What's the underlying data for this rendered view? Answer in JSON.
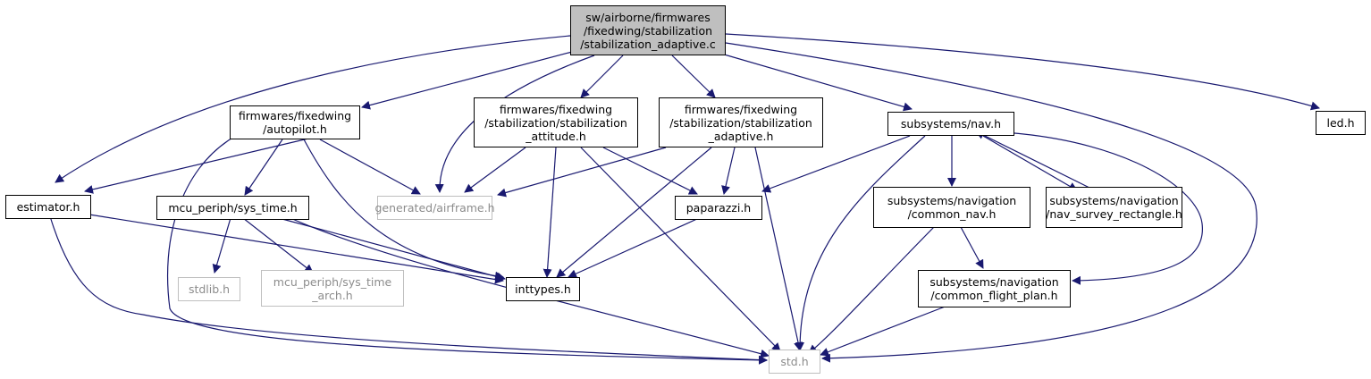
{
  "colors": {
    "edge": "#191970",
    "root_fill": "#bfbfbf",
    "muted_border": "#bfbfbf",
    "muted_text": "#8c8c8c",
    "node_border": "#000000"
  },
  "nodes": {
    "root": {
      "lines": [
        "sw/airborne/firmwares",
        "/fixedwing/stabilization",
        "/stabilization_adaptive.c"
      ]
    },
    "autopilot": {
      "lines": [
        "firmwares/fixedwing",
        "/autopilot.h"
      ]
    },
    "stab_attitude": {
      "lines": [
        "firmwares/fixedwing",
        "/stabilization/stabilization",
        "_attitude.h"
      ]
    },
    "stab_adaptive": {
      "lines": [
        "firmwares/fixedwing",
        "/stabilization/stabilization",
        "_adaptive.h"
      ]
    },
    "nav": {
      "lines": [
        "subsystems/nav.h"
      ]
    },
    "led": {
      "lines": [
        "led.h"
      ]
    },
    "estimator": {
      "lines": [
        "estimator.h"
      ]
    },
    "sys_time": {
      "lines": [
        "mcu_periph/sys_time.h"
      ]
    },
    "airframe": {
      "lines": [
        "generated/airframe.h"
      ]
    },
    "paparazzi": {
      "lines": [
        "paparazzi.h"
      ]
    },
    "common_nav": {
      "lines": [
        "subsystems/navigation",
        "/common_nav.h"
      ]
    },
    "nav_survey": {
      "lines": [
        "subsystems/navigation",
        "/nav_survey_rectangle.h"
      ]
    },
    "stdlib": {
      "lines": [
        "stdlib.h"
      ]
    },
    "sys_time_arch": {
      "lines": [
        "mcu_periph/sys_time",
        "_arch.h"
      ]
    },
    "inttypes": {
      "lines": [
        "inttypes.h"
      ]
    },
    "common_fp": {
      "lines": [
        "subsystems/navigation",
        "/common_flight_plan.h"
      ]
    },
    "std": {
      "lines": [
        "std.h"
      ]
    }
  }
}
